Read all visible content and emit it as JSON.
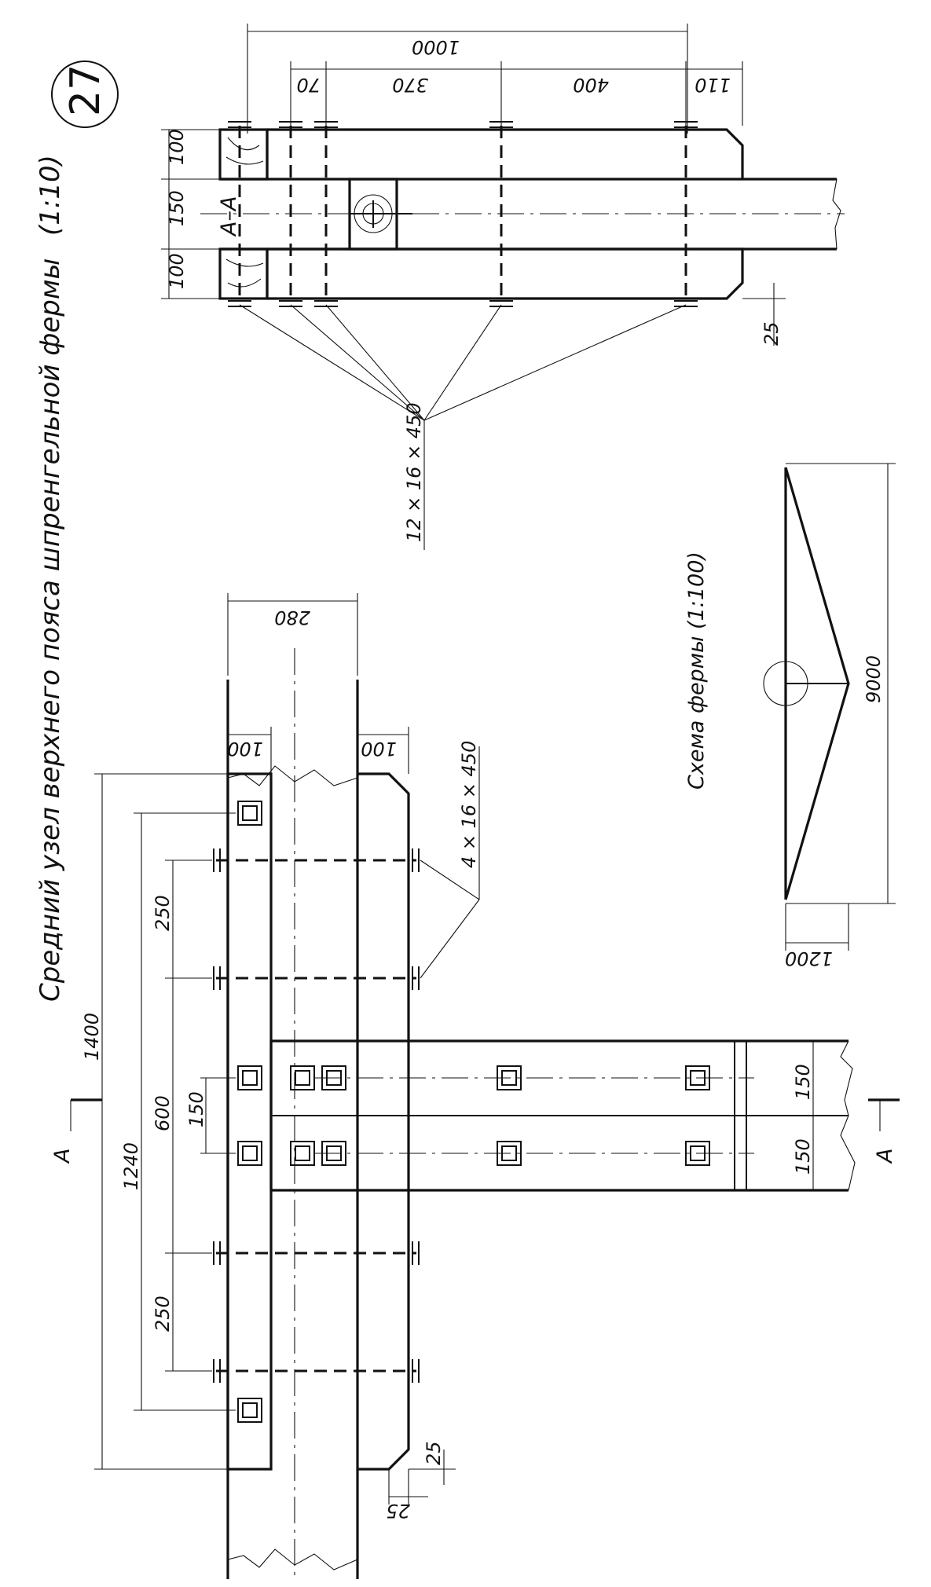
{
  "sheet_number": "27",
  "title": "Средний узел верхнего пояса шпренгельной фермы",
  "title_scale": "(1:10)",
  "section": {
    "label": "А–А",
    "dims": {
      "overall": "1000",
      "d70": "70",
      "d370": "370",
      "d400": "400",
      "d110": "110",
      "w100_top": "100",
      "w150": "150",
      "w100_bottom": "100",
      "gap25": "25"
    },
    "bolts_callout": "12 × 16 × 450"
  },
  "main_view": {
    "cut_marker": "А",
    "dims": {
      "width280": "280",
      "w100_left": "100",
      "w100_right": "100",
      "d1400": "1400",
      "d1240": "1240",
      "d600": "600",
      "d250_top": "250",
      "d250_bottom": "250",
      "d150_spacing": "150",
      "d150_a": "150",
      "d150_b": "150",
      "d25_a": "25",
      "d25_b": "25"
    },
    "bolts_callout": "4 × 16 × 450"
  },
  "scheme": {
    "label": "Схема   фермы (1:100)",
    "span": "9000",
    "height": "1200"
  }
}
